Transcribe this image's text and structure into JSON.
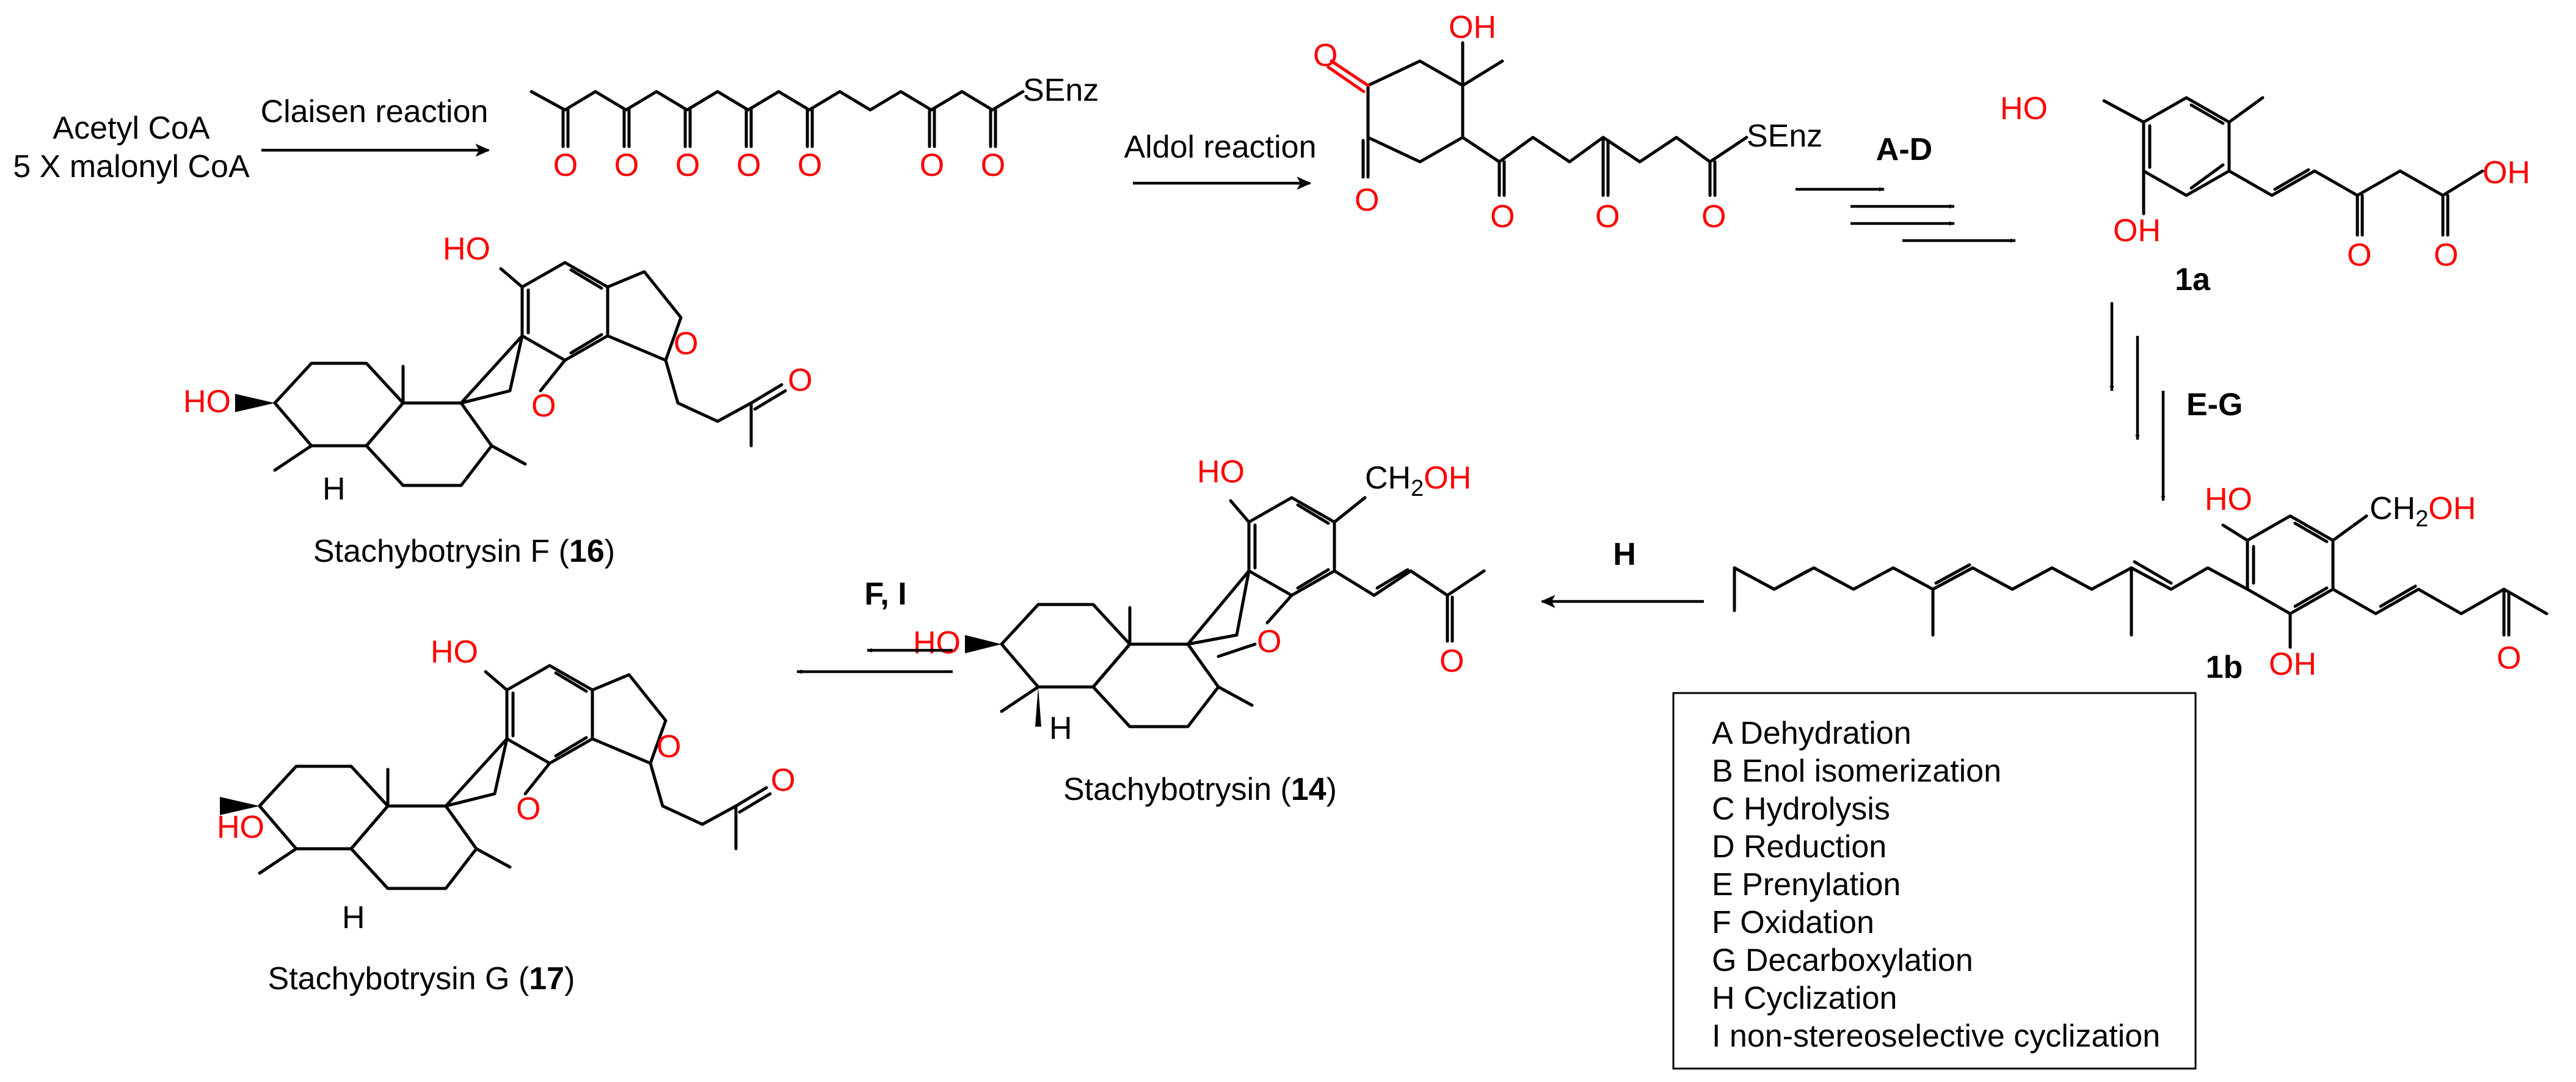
{
  "colors": {
    "heteroatom": "#ff0000",
    "bond": "#000000",
    "background": "#ffffff"
  },
  "start": {
    "line1": "Acetyl CoA",
    "line2": "5 X malonyl CoA"
  },
  "arrows": {
    "claisen": "Claisen reaction",
    "aldol": "Aldol reaction",
    "a_d": "A-D",
    "e_g": "E-G",
    "h": "H",
    "f_i": "F, I"
  },
  "atoms": {
    "o": "O",
    "oh": "OH",
    "ho": "HO",
    "h": "H",
    "senz": "SEnz",
    "ch2": "CH",
    "sub2": "2"
  },
  "compounds": {
    "c1a": "1a",
    "c1b": "1b",
    "c14": {
      "name": "Stachybotrysin (",
      "num": "14",
      "close": ")"
    },
    "c16": {
      "name": "Stachybotrysin F (",
      "num": "16",
      "close": ")"
    },
    "c17": {
      "name": "Stachybotrysin G (",
      "num": "17",
      "close": ")"
    }
  },
  "legend": [
    "A Dehydration",
    "B Enol isomerization",
    "C Hydrolysis",
    "D Reduction",
    "E Prenylation",
    "F Oxidation",
    "G Decarboxylation",
    "H Cyclization",
    "I non-stereoselective cyclization"
  ]
}
